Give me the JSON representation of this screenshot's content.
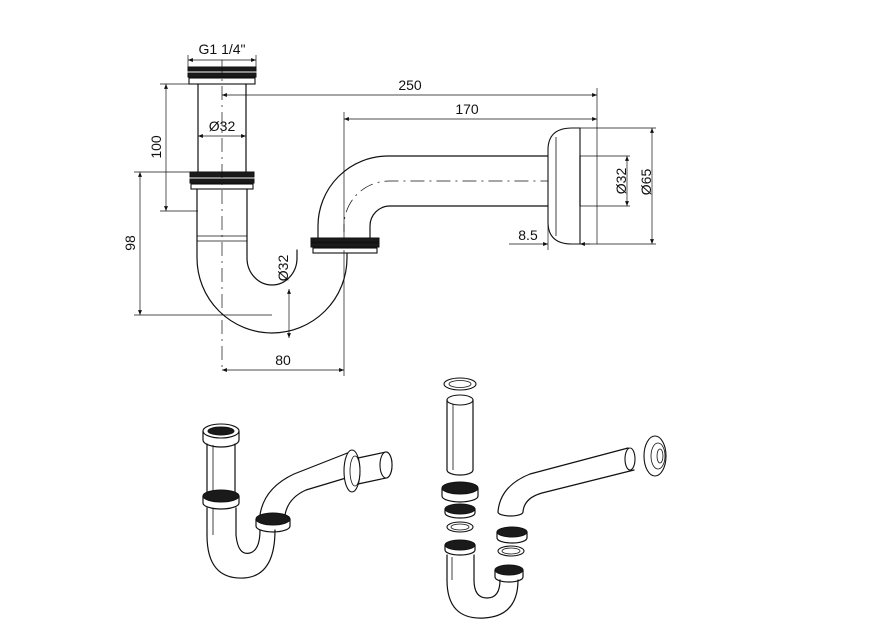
{
  "drawing": {
    "dimensions": {
      "thread": "G1 1/4\"",
      "total_length": "250",
      "arm_length": "170",
      "tube_diameter_top": "Ø32",
      "height_upper": "100",
      "height_total": "98",
      "tube_diameter_bend": "Ø32",
      "outlet_diameter": "Ø32",
      "flange_diameter": "Ø65",
      "flange_thickness": "8.5",
      "trap_width": "80"
    },
    "views": [
      "technical-drawing",
      "assembled-view",
      "exploded-view"
    ]
  }
}
